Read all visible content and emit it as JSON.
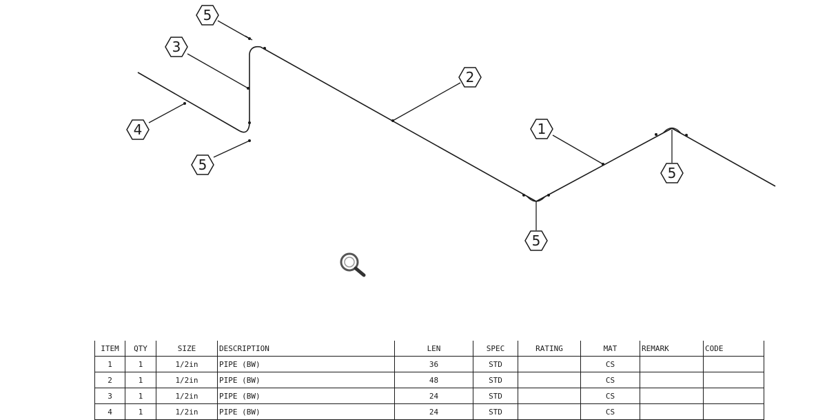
{
  "diagram": {
    "balloons": [
      {
        "id": "b-1",
        "label": "1"
      },
      {
        "id": "b-2",
        "label": "2"
      },
      {
        "id": "b-3",
        "label": "3"
      },
      {
        "id": "b-4",
        "label": "4"
      },
      {
        "id": "b-5a",
        "label": "5"
      },
      {
        "id": "b-5b",
        "label": "5"
      },
      {
        "id": "b-5c",
        "label": "5"
      },
      {
        "id": "b-5d",
        "label": "5"
      }
    ],
    "zoom_icon": "magnifier-icon"
  },
  "bom": {
    "headers": [
      "ITEM",
      "QTY",
      "SIZE",
      "DESCRIPTION",
      "LEN",
      "SPEC",
      "RATING",
      "MAT",
      "REMARK",
      "CODE"
    ],
    "rows": [
      [
        "1",
        "1",
        "1/2in",
        "PIPE (BW)",
        "36",
        "STD",
        "",
        "CS",
        "",
        ""
      ],
      [
        "2",
        "1",
        "1/2in",
        "PIPE (BW)",
        "48",
        "STD",
        "",
        "CS",
        "",
        ""
      ],
      [
        "3",
        "1",
        "1/2in",
        "PIPE (BW)",
        "24",
        "STD",
        "",
        "CS",
        "",
        ""
      ],
      [
        "4",
        "1",
        "1/2in",
        "PIPE (BW)",
        "24",
        "STD",
        "",
        "CS",
        "",
        ""
      ]
    ]
  }
}
